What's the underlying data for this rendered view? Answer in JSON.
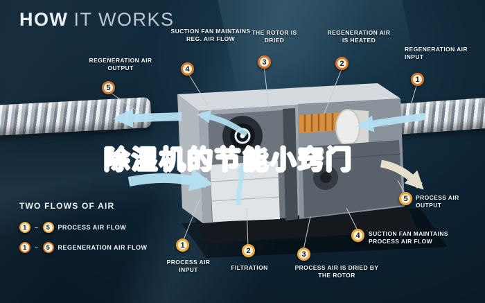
{
  "title": {
    "word1": "HOW",
    "word2": "IT WORKS"
  },
  "headline": "除湿机的节能小窍门",
  "steps": {
    "regeneration": [
      {
        "num": "1",
        "label": "REGENERATION AIR INPUT"
      },
      {
        "num": "2",
        "label": "REGENERATION AIR IS HEATED"
      },
      {
        "num": "3",
        "label": "THE ROTOR IS DRIED"
      },
      {
        "num": "4",
        "label": "SUCTION FAN MAINTAINS REG. AIR FLOW"
      },
      {
        "num": "5",
        "label": "REGENERATION AIR OUTPUT"
      }
    ],
    "process": [
      {
        "num": "1",
        "label": "PROCESS AIR INPUT"
      },
      {
        "num": "2",
        "label": "FILTRATION"
      },
      {
        "num": "3",
        "label": "PROCESS AIR IS DRIED BY THE ROTOR"
      },
      {
        "num": "4",
        "label": "SUCTION FAN MAINTAINS PROCESS AIR FLOW"
      },
      {
        "num": "5",
        "label": "PROCESS AIR OUTPUT"
      }
    ]
  },
  "legend": {
    "title": "TWO FLOWS OF AIR",
    "rows": [
      {
        "from": "1",
        "to": "5",
        "dash": "–",
        "label": "PROCESS AIR FLOW",
        "flow": "process"
      },
      {
        "from": "1",
        "to": "5",
        "dash": "–",
        "label": "REGENERATION AIR FLOW",
        "flow": "regeneration"
      }
    ]
  },
  "colors": {
    "background": "#0C2130",
    "process_badge": "#E9A83A",
    "regeneration_badge": "#D0762F",
    "flow_arrow_blue": "#B5E2F4",
    "flow_arrow_cream": "#EFE7D2",
    "headline_blue": "#2E7FD4"
  }
}
